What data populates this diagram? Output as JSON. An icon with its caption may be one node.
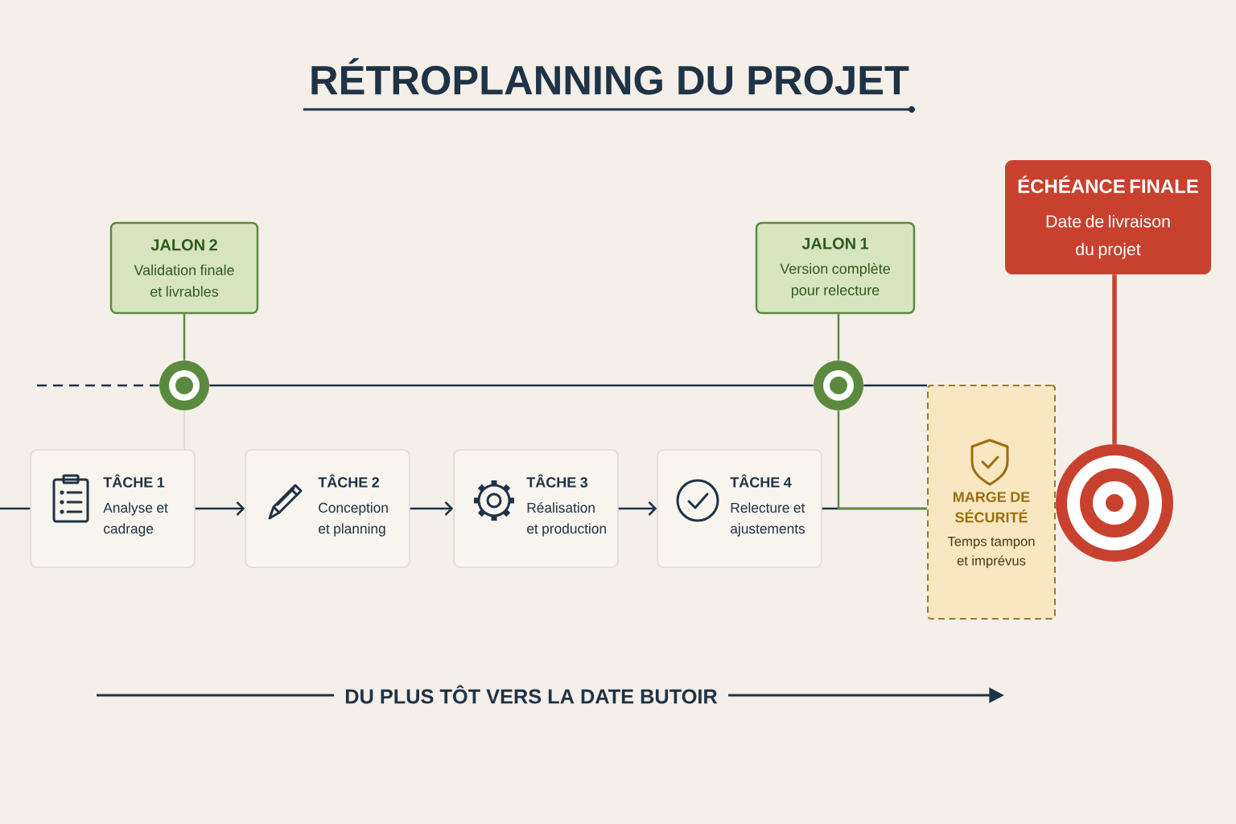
{
  "diagram": {
    "title": "RÉTROPLANNING DU PROJET",
    "nodes": [
      {
        "text": [
          "JALON 2",
          "Validation finale et livrables"
        ]
      },
      {
        "text": [
          "JALON 1",
          "Version complète pour relecture"
        ]
      },
      {
        "text": [
          "ÉCHÉANCE FINALE",
          "Date de livraison du projet"
        ]
      },
      {
        "text": [],
        "shape": "circle"
      },
      {
        "text": [],
        "shape": "circle"
      },
      {
        "text": [
          "TÂCHE 1",
          "Analyse et cadrage"
        ]
      },
      {
        "text": [
          "TÂCHE 2",
          "Conception et planning"
        ]
      },
      {
        "text": [
          "TÂCHE 3",
          "Réalisation et production"
        ]
      },
      {
        "text": [
          "TÂCHE 4",
          "Relecture et ajustements"
        ]
      },
      {
        "text": [
          "MARGE DE SÉCURITÉ",
          "Temps tampon et imprévus"
        ]
      },
      {
        "text": [],
        "shape": "circle"
      }
    ],
    "edges": [
      {
        "from": 0,
        "to": 3,
        "arrow": "none",
        "color": "#5b8a3f"
      },
      {
        "from": 1,
        "to": 4,
        "arrow": "none",
        "color": "#5b8a3f"
      },
      {
        "from": 2,
        "to": 10,
        "arrow": "none",
        "style": "thick",
        "color": "#c8412f"
      },
      {
        "from": null,
        "to": 5,
        "arrow": "none"
      },
      {
        "from": 5,
        "to": 6,
        "arrow": "to"
      },
      {
        "from": 6,
        "to": 7,
        "arrow": "to"
      },
      {
        "from": 7,
        "to": 8,
        "arrow": "to"
      },
      {
        "from": 8,
        "to": 9,
        "arrow": "none"
      },
      {
        "from": 4,
        "to": 9,
        "arrow": "none",
        "color": "#5b8a3f"
      },
      {
        "from": null,
        "to": 3,
        "arrow": "none",
        "style": "dashed"
      },
      {
        "from": 3,
        "to": 4,
        "arrow": "none"
      },
      {
        "from": 4,
        "to": 9,
        "arrow": "none"
      },
      {
        "from": 3,
        "to": 5,
        "arrow": "none",
        "color": "#ddd6cb"
      }
    ],
    "labels": [
      "DU PLUS TÔT VERS LA DATE BUTOIR"
    ]
  }
}
